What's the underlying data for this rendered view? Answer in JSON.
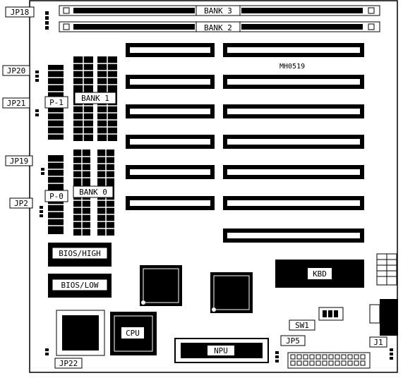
{
  "labels": {
    "jp18": "JP18",
    "jp20": "JP20",
    "jp21": "JP21",
    "jp19": "JP19",
    "jp2": "JP2",
    "jp22": "JP22",
    "jp5": "JP5",
    "j1": "J1",
    "sw1": "SW1",
    "p1": "P-1",
    "p0": "P-0",
    "bank3": "BANK 3",
    "bank2": "BANK 2",
    "bank1": "BANK 1",
    "bank0": "BANK 0",
    "model": "MH0519",
    "bios_high": "BIOS/HIGH",
    "bios_low": "BIOS/LOW",
    "cpu": "CPU",
    "npu": "NPU",
    "kbd": "KBD"
  }
}
